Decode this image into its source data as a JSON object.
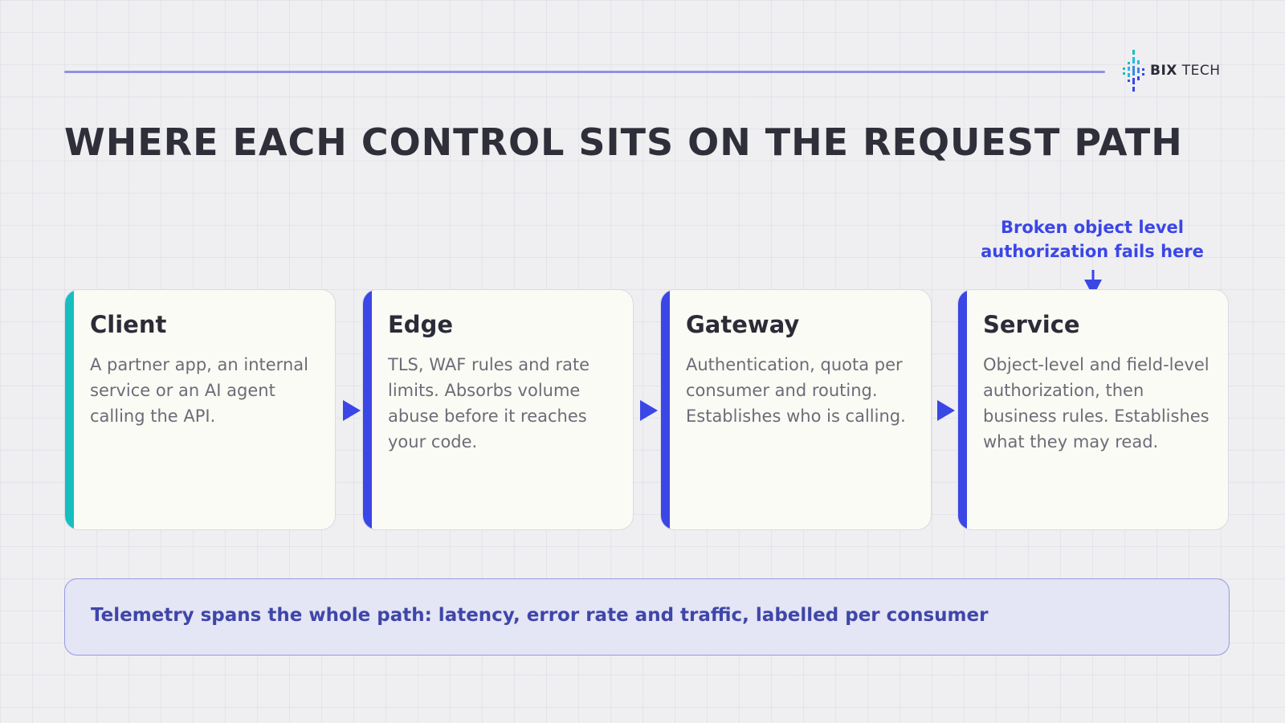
{
  "brand": {
    "logo_name": "BIX",
    "logo_suffix": "TECH"
  },
  "title": "WHERE EACH CONTROL SITS ON THE REQUEST PATH",
  "callout": {
    "line1": "Broken object level",
    "line2": "authorization fails here"
  },
  "stages": [
    {
      "title": "Client",
      "description": "A partner app, an internal service or an AI agent calling the API.",
      "accent": "#16bfbf"
    },
    {
      "title": "Edge",
      "description": "TLS, WAF rules and rate limits. Absorbs volume abuse before it reaches your code.",
      "accent": "#3b46e6"
    },
    {
      "title": "Gateway",
      "description": "Authentication, quota per consumer and routing. Establishes who is calling.",
      "accent": "#3b46e6"
    },
    {
      "title": "Service",
      "description": "Object-level and field-level authorization, then business rules. Establishes what they may read.",
      "accent": "#3b46e6"
    }
  ],
  "telemetry": "Telemetry spans the whole path: latency, error rate and traffic, labelled per consumer",
  "colors": {
    "primary": "#3b46e6",
    "teal": "#16bfbf",
    "text": "#2f2f3a",
    "muted": "#6c6c78"
  }
}
